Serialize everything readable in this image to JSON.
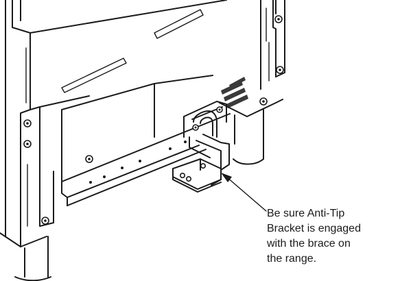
{
  "callout": {
    "lines": [
      "Be sure Anti-Tip",
      "Bracket is engaged",
      "with the brace on",
      "the range."
    ]
  },
  "colors": {
    "line": "#1a1a1a",
    "background": "#ffffff"
  }
}
